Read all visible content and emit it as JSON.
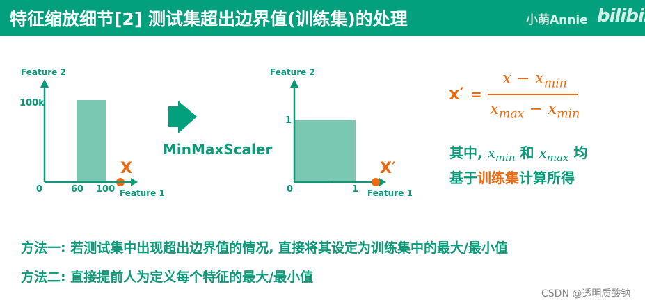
{
  "header": {
    "title": "特征缩放细节[2] 测试集超出边界值(训练集)的处理",
    "author": "小萌Annie",
    "logo": "bilibili"
  },
  "colors": {
    "teal": "#03a07e",
    "bar": "#7ac8b2",
    "orange": "#ee6a10"
  },
  "left_plot": {
    "ylabel": "Feature 2",
    "xlabel": "Feature 1",
    "ytick": "100k",
    "xticks": [
      "0",
      "60",
      "100"
    ],
    "point_label": "X"
  },
  "arrow": {
    "icon": "arrow-right-icon",
    "label": "MinMaxScaler"
  },
  "right_plot": {
    "ylabel": "Feature 2",
    "xlabel": "Feature 1",
    "ytick": "1",
    "xticks": [
      "0",
      "1"
    ],
    "point_label": "X′"
  },
  "formula": {
    "lhs": "x′",
    "eq": "=",
    "num_x": "x",
    "minus": "−",
    "x": "x",
    "sub_min": "min",
    "sub_max": "max"
  },
  "note": {
    "line1_a": "其中,",
    "line1_b": "和",
    "line1_c": "均",
    "line2_a": "基于",
    "line2_hl": "训练集",
    "line2_b": "计算所得"
  },
  "methods": [
    "方法一: 若测试集中出现超出边界值的情况, 直接将其设定为训练集中的最大/最小值",
    "方法二: 直接提前人为定义每个特征的最大/最小值"
  ],
  "watermark": "CSDN @透明质酸钠"
}
